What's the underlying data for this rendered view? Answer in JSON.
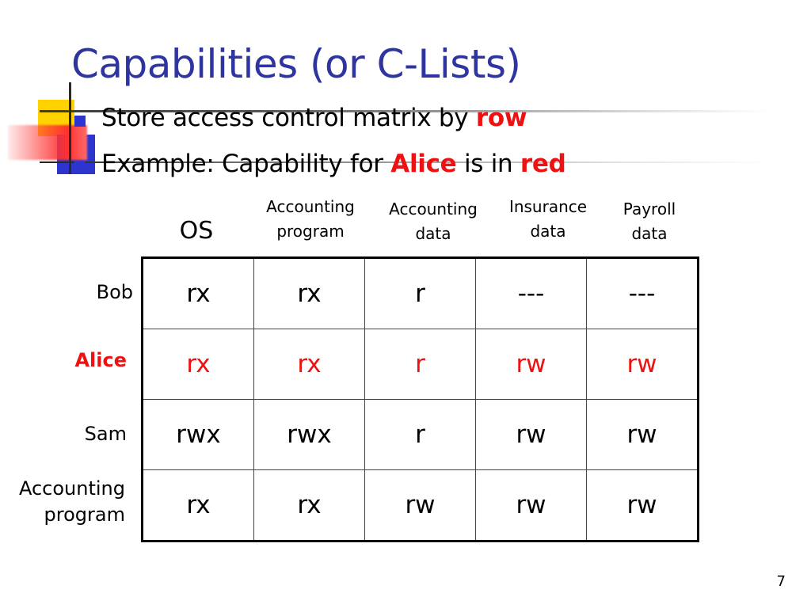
{
  "slide": {
    "title": "Capabilities (or C-Lists)",
    "bullets": [
      {
        "parts": [
          {
            "text": "Store access control matrix by ",
            "highlight": false
          },
          {
            "text": "row",
            "highlight": true
          }
        ]
      },
      {
        "parts": [
          {
            "text": "Example: Capability for ",
            "highlight": false
          },
          {
            "text": "Alice",
            "highlight": true
          },
          {
            "text": " is in ",
            "highlight": false
          },
          {
            "text": "red",
            "highlight": true
          }
        ]
      }
    ],
    "page_number": "7",
    "highlight_color": "#ee1111",
    "title_color": "#2e35a0"
  },
  "matrix": {
    "columns": [
      "OS",
      "Accounting\nprogram",
      "Accounting\ndata",
      "Insurance\ndata",
      "Payroll\ndata"
    ],
    "rows": [
      {
        "label": "Bob",
        "highlight": false,
        "cells": [
          "rx",
          "rx",
          "r",
          "---",
          "---"
        ]
      },
      {
        "label": "Alice",
        "highlight": true,
        "cells": [
          "rx",
          "rx",
          "r",
          "rw",
          "rw"
        ]
      },
      {
        "label": "Sam",
        "highlight": false,
        "cells": [
          "rwx",
          "rwx",
          "r",
          "rw",
          "rw"
        ]
      },
      {
        "label": "Accounting\nprogram",
        "highlight": false,
        "cells": [
          "rx",
          "rx",
          "rw",
          "rw",
          "rw"
        ]
      }
    ]
  }
}
